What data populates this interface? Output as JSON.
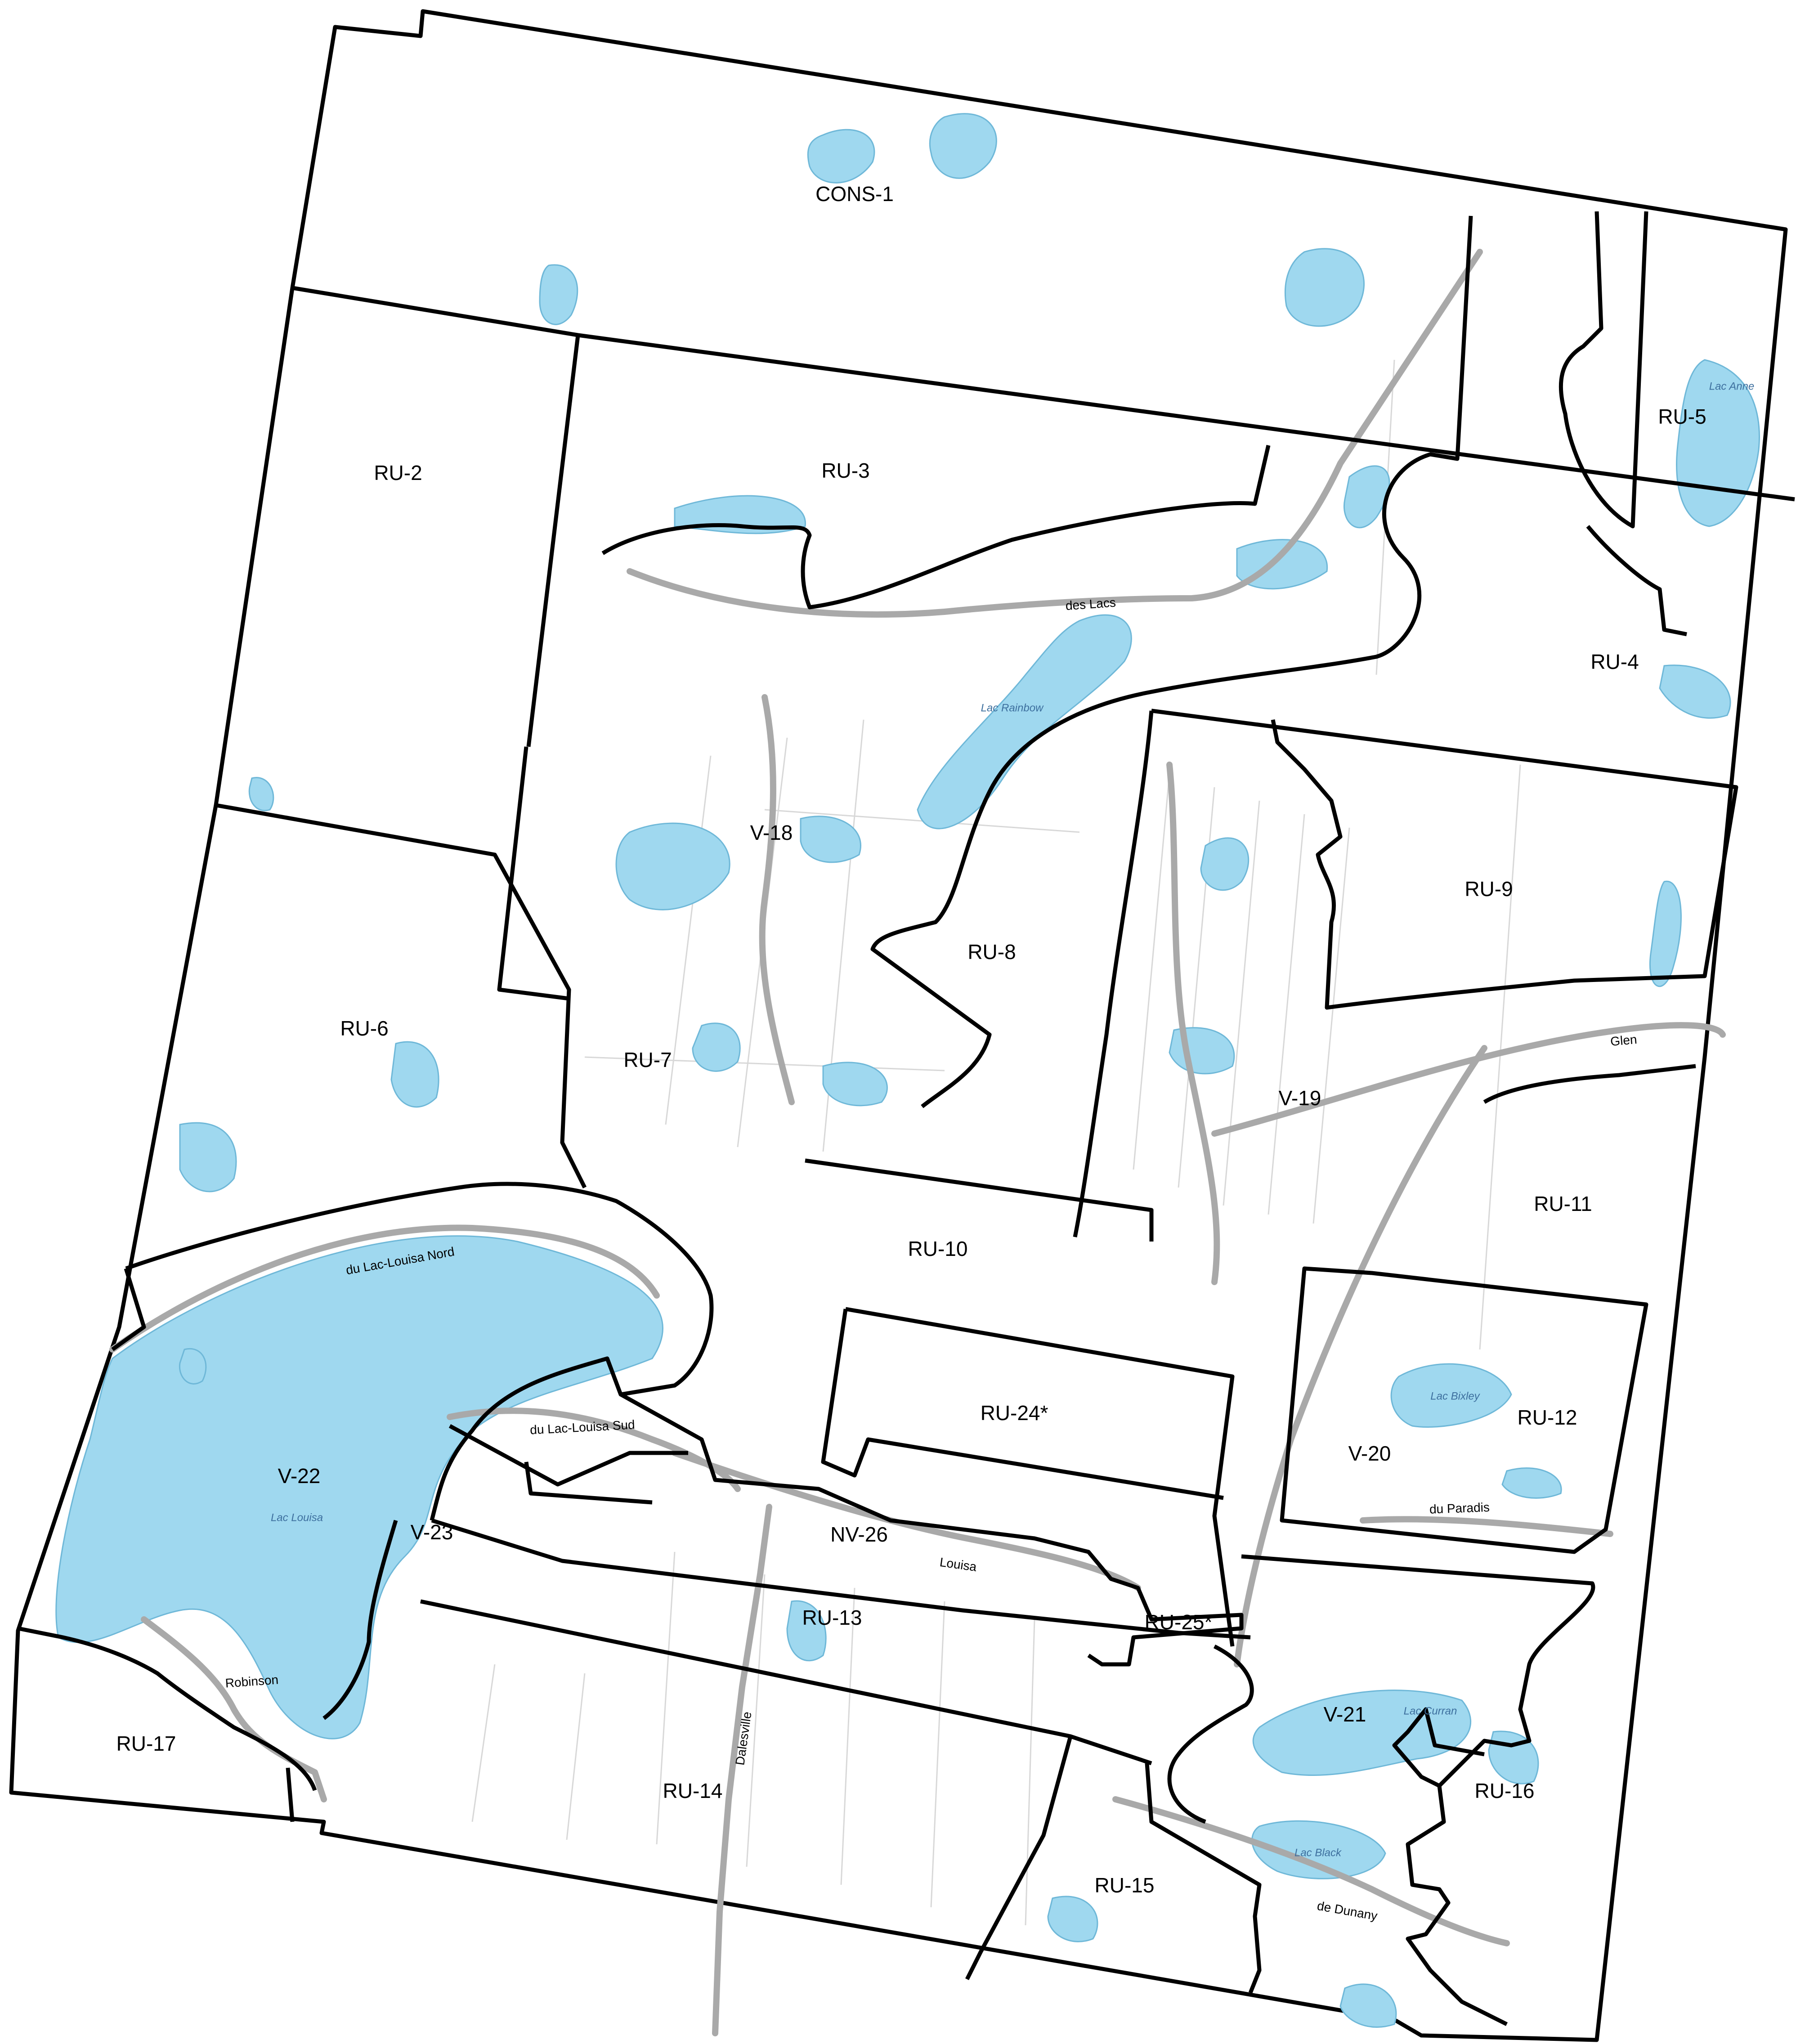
{
  "zones": {
    "cons_1": "CONS-1",
    "ru_2": "RU-2",
    "ru_3": "RU-3",
    "ru_4": "RU-4",
    "ru_5": "RU-5",
    "ru_6": "RU-6",
    "ru_7": "RU-7",
    "ru_8": "RU-8",
    "ru_9": "RU-9",
    "ru_10": "RU-10",
    "ru_11": "RU-11",
    "ru_12": "RU-12",
    "ru_13": "RU-13",
    "ru_14": "RU-14",
    "ru_15": "RU-15",
    "ru_16": "RU-16",
    "ru_17": "RU-17",
    "v_18": "V-18",
    "v_19": "V-19",
    "v_20": "V-20",
    "v_21": "V-21",
    "v_22": "V-22",
    "v_23": "V-23",
    "ru_24": "RU-24*",
    "ru_25": "RU-25*",
    "nv_26": "NV-26"
  },
  "roads": {
    "des_lacs": "des Lacs",
    "glen": "Glen",
    "lac_louisa_nord": "du Lac-Louisa Nord",
    "lac_louisa_sud": "du Lac-Louisa Sud",
    "louisa": "Louisa",
    "paradis": "du Paradis",
    "dalesville": "Dalesville",
    "robinson": "Robinson",
    "dunany": "de Dunany"
  },
  "lakes": {
    "anne": "Lac Anne",
    "rainbow": "Lac Rainbow",
    "bixley": "Lac Bixley",
    "louise": "Lac Louisa",
    "curran": "Lac Curran",
    "black": "Lac Black"
  },
  "colors": {
    "water": "#9fd8ef",
    "road": "#a9a9a9",
    "boundary": "#000000",
    "background": "#ffffff"
  }
}
